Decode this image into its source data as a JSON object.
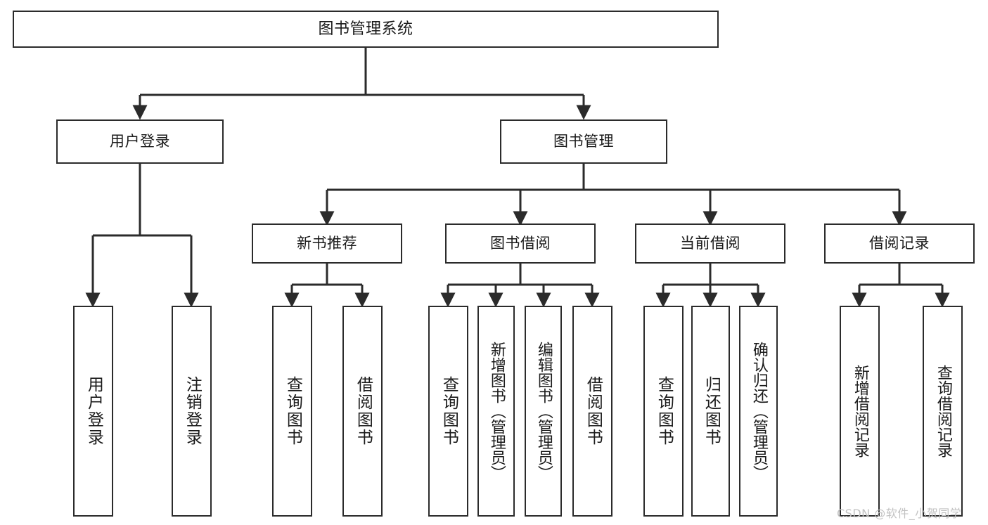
{
  "diagram": {
    "type": "hierarchy-tree",
    "title": "图书管理系统",
    "background_color": "#ffffff",
    "line_color": "#2b2b2b",
    "text_color": "#1a1a1a"
  },
  "root": {
    "label": "图书管理系统"
  },
  "level2": [
    {
      "id": "user-login",
      "label": "用户登录"
    },
    {
      "id": "book-management",
      "label": "图书管理"
    }
  ],
  "level3": [
    {
      "id": "new-book-recommend",
      "label": "新书推荐"
    },
    {
      "id": "book-borrow",
      "label": "图书借阅"
    },
    {
      "id": "current-borrow",
      "label": "当前借阅"
    },
    {
      "id": "borrow-record",
      "label": "借阅记录"
    }
  ],
  "leaves": {
    "user_login": [
      {
        "id": "leaf-user-login",
        "label": "用户登录"
      },
      {
        "id": "leaf-logout-login",
        "label": "注销登录"
      }
    ],
    "new_book_recommend": [
      {
        "id": "leaf-query-book-1",
        "label": "查询图书"
      },
      {
        "id": "leaf-borrow-book-1",
        "label": "借阅图书"
      }
    ],
    "book_borrow": [
      {
        "id": "leaf-query-book-2",
        "label": "查询图书"
      },
      {
        "id": "leaf-add-book",
        "label": "新增图书（管理员）"
      },
      {
        "id": "leaf-edit-book",
        "label": "编辑图书（管理员）"
      },
      {
        "id": "leaf-borrow-book-2",
        "label": "借阅图书"
      }
    ],
    "current_borrow": [
      {
        "id": "leaf-query-book-3",
        "label": "查询图书"
      },
      {
        "id": "leaf-return-book",
        "label": "归还图书"
      },
      {
        "id": "leaf-confirm-return",
        "label": "确认归还（管理员）"
      }
    ],
    "borrow_record": [
      {
        "id": "leaf-add-record",
        "label": "新增借阅记录"
      },
      {
        "id": "leaf-query-record",
        "label": "查询借阅记录"
      }
    ]
  },
  "watermark": {
    "text": "CSDN @软件_小贺同学",
    "color": "#c2c2c2"
  }
}
